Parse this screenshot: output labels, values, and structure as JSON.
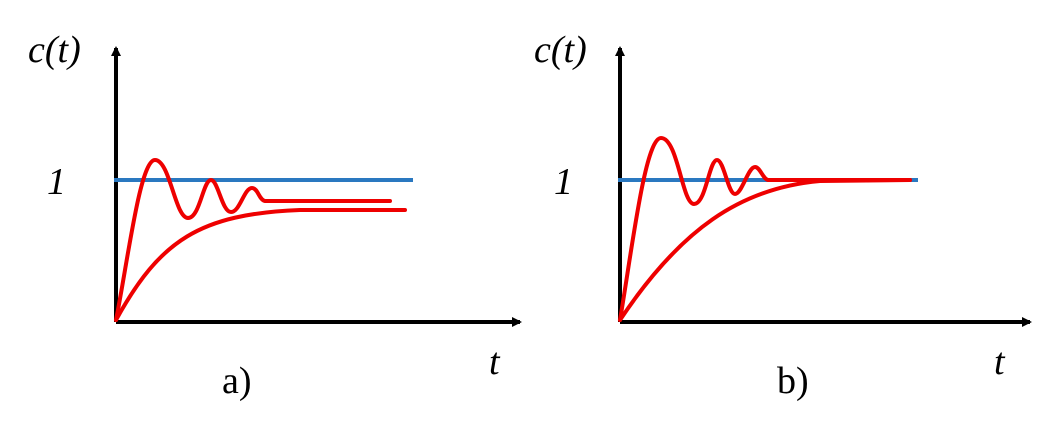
{
  "panels": [
    {
      "y_axis_label": "c(t)",
      "x_axis_label": "t",
      "reference_label": "1",
      "caption": "a)"
    },
    {
      "y_axis_label": "c(t)",
      "x_axis_label": "t",
      "reference_label": "1",
      "caption": "b)"
    }
  ],
  "colors": {
    "axes": "#000000",
    "reference_line": "#2a78c0",
    "response_curves": "#ee0000"
  }
}
